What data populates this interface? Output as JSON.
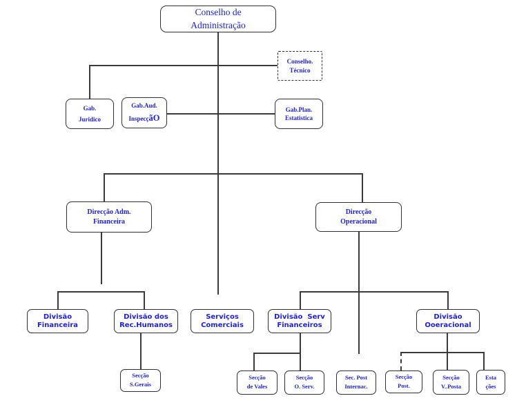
{
  "diagram": {
    "type": "org-chart",
    "colors": {
      "node_text": "#2121cd",
      "node_border": "#2e2e2e",
      "connector": "#3a3a3a",
      "background": "#ffffff"
    },
    "nodes": {
      "conselho_administracao": {
        "line1": "Conselho de",
        "line2": "Administração"
      },
      "conselho_tecnico": {
        "line1": "Conselho.",
        "line2": "Técnico"
      },
      "gab_juridico": {
        "line1": "Gab.",
        "line2": "Juridico"
      },
      "gab_aud_inspeccao": {
        "line1": "Gab.Aud.",
        "line2": "Inspecç",
        "line2_suffix": "ãO"
      },
      "gab_plan_estatistica": {
        "line1": "Gab.Plan.",
        "line2": "Estatistica"
      },
      "direccao_adm_financeira": {
        "line1": "Direcção Adm.",
        "line2": "Financeira"
      },
      "direccao_operacional": {
        "line1": "Direcção",
        "line2": "Operacional"
      },
      "divisao_financeira": {
        "line1": "Divisão",
        "line2": "Financeira"
      },
      "divisao_rec_humanos": {
        "line1": "Divisão dos",
        "line2": "Rec.Humanos"
      },
      "servicos_comerciais": {
        "line1": "Serviços",
        "line2": "Comerciais"
      },
      "divisao_serv_financeiros": {
        "line1": "Divisão  Serv",
        "line2": "Financeiros"
      },
      "divisao_ooeracional": {
        "line1": "Divisão",
        "line2": "Ooeracional"
      },
      "seccao_s_gerais": {
        "line1": "Secção",
        "line2": "S.Gerais"
      },
      "seccao_de_vales": {
        "line1": "Secção",
        "line2": "de Vales"
      },
      "seccao_o_serv": {
        "line1": "Secção",
        "line2": "O. Serv."
      },
      "sec_post_internac": {
        "line1": "Sec. Post",
        "line2": "Internac."
      },
      "seccao_post": {
        "line1": "Secção",
        "line2": "Post."
      },
      "seccao_v_posta": {
        "line1": "Secção",
        "line2": "V..Posta"
      },
      "estacoes": {
        "line1": "Esta",
        "line2": "ções"
      }
    }
  }
}
